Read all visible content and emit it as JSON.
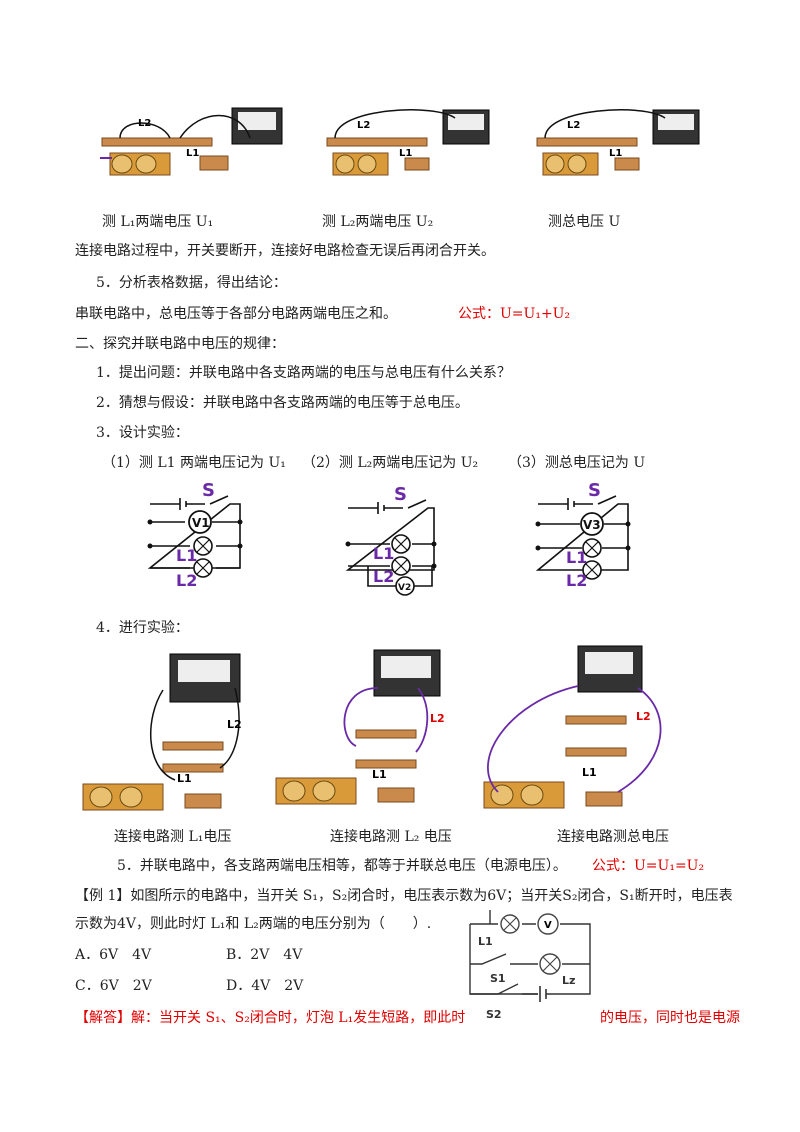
{
  "photo_captions": {
    "c1": "测 L₁两端电压  U₁",
    "c2": "测 L₂两端电压  U₂",
    "c3": "测总电压 U"
  },
  "line_note": "连接电路过程中，开关要断开，连接好电路检查无误后再闭合开关。",
  "step5_title": "5．分析表格数据，得出结论：",
  "series_conclusion": "串联电路中，总电压等于各部分电路两端电压之和。",
  "series_formula": "公式：U=U₁+U₂",
  "section2_title": "二、探究并联电路中电压的规律：",
  "p_step1": "1．提出问题：并联电路中各支路两端的电压与总电压有什么关系？",
  "p_step2": "2．猜想与假设：并联电路中各支路两端的电压等于总电压。",
  "p_step3": "3．设计实验：",
  "design_labels": {
    "d1": "（1）测 L1 两端电压记为 U₁",
    "d2": "（2）测 L₂两端电压记为 U₂",
    "d3": "（3）测总电压记为 U"
  },
  "circuit_labels": {
    "switch": "S",
    "v1": "V1",
    "v2": "V2",
    "v3": "V3",
    "l1": "L1",
    "l2": "L2"
  },
  "p_step4": "4．进行实验：",
  "photo2_labels": {
    "l1": "L1",
    "l2": "L2"
  },
  "exp_captions": {
    "c1": "连接电路测 L₁电压",
    "c2": "连接电路测 L₂ 电压",
    "c3": "连接电路测总电压"
  },
  "parallel_conclusion": "5．并联电路中，各支路两端电压相等，都等于并联总电压（电源电压）。",
  "parallel_formula": "公式：U=U₁=U₂",
  "example": {
    "line1": "【例 1】如图所示的电路中，当开关 S₁，S₂闭合时，电压表示数为6V；当开关S₂闭合，S₁断开时，电压表",
    "line2": "示数为4V，则此时灯 L₁和 L₂两端的电压分别为（　　）.",
    "optA": "A．6V　4V",
    "optB": "B．2V　4V",
    "optC": "C．6V　2V",
    "optD": "D．4V　2V",
    "fig_labels": {
      "l1": "L1",
      "s1": "S1",
      "s2": "S2",
      "lz": "Lz",
      "v": "V"
    }
  },
  "answer_tag": "【解答】",
  "answer_text": "解：当开关 S₁、S₂闭合时，灯泡 L₁发生短路，即此时",
  "answer_tail": "的电压，同时也是电源"
}
